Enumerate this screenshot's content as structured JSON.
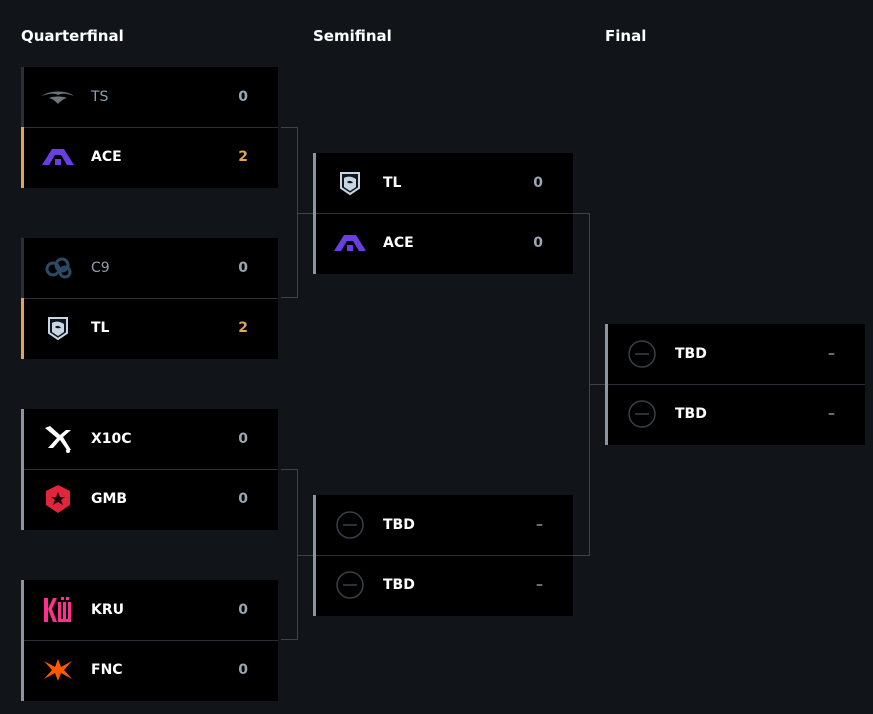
{
  "rounds": {
    "quarterfinal": "Quarterfinal",
    "semifinal": "Semifinal",
    "final": "Final"
  },
  "quarterfinals": [
    {
      "top": {
        "name": "TS",
        "score": "0",
        "logo": "team-secret-icon",
        "state": "lose"
      },
      "bottom": {
        "name": "ACE",
        "score": "2",
        "logo": "ace-icon",
        "state": "win"
      }
    },
    {
      "top": {
        "name": "C9",
        "score": "0",
        "logo": "cloud9-icon",
        "state": "lose"
      },
      "bottom": {
        "name": "TL",
        "score": "2",
        "logo": "team-liquid-icon",
        "state": "win"
      }
    },
    {
      "top": {
        "name": "X10C",
        "score": "0",
        "logo": "x10c-icon",
        "state": "neutral"
      },
      "bottom": {
        "name": "GMB",
        "score": "0",
        "logo": "gambit-icon",
        "state": "neutral"
      }
    },
    {
      "top": {
        "name": "KRU",
        "score": "0",
        "logo": "kru-icon",
        "state": "neutral"
      },
      "bottom": {
        "name": "FNC",
        "score": "0",
        "logo": "fnatic-icon",
        "state": "neutral"
      }
    }
  ],
  "semifinals": [
    {
      "top": {
        "name": "TL",
        "score": "0",
        "logo": "team-liquid-icon"
      },
      "bottom": {
        "name": "ACE",
        "score": "0",
        "logo": "ace-icon"
      }
    },
    {
      "top": {
        "name": "TBD",
        "score": "–",
        "logo": "tbd-icon"
      },
      "bottom": {
        "name": "TBD",
        "score": "–",
        "logo": "tbd-icon"
      }
    }
  ],
  "final": {
    "top": {
      "name": "TBD",
      "score": "–",
      "logo": "tbd-icon"
    },
    "bottom": {
      "name": "TBD",
      "score": "–",
      "logo": "tbd-icon"
    }
  },
  "colors": {
    "background": "#11151a",
    "winner_accent": "#e0a453",
    "neutral_accent": "#8a95a1",
    "loser_accent": "#2b3037",
    "ace_purple": "#6a3fe0",
    "gambit_red": "#e0263b",
    "kru_pink": "#ff2f8f",
    "fnatic_orange": "#ff5900"
  }
}
